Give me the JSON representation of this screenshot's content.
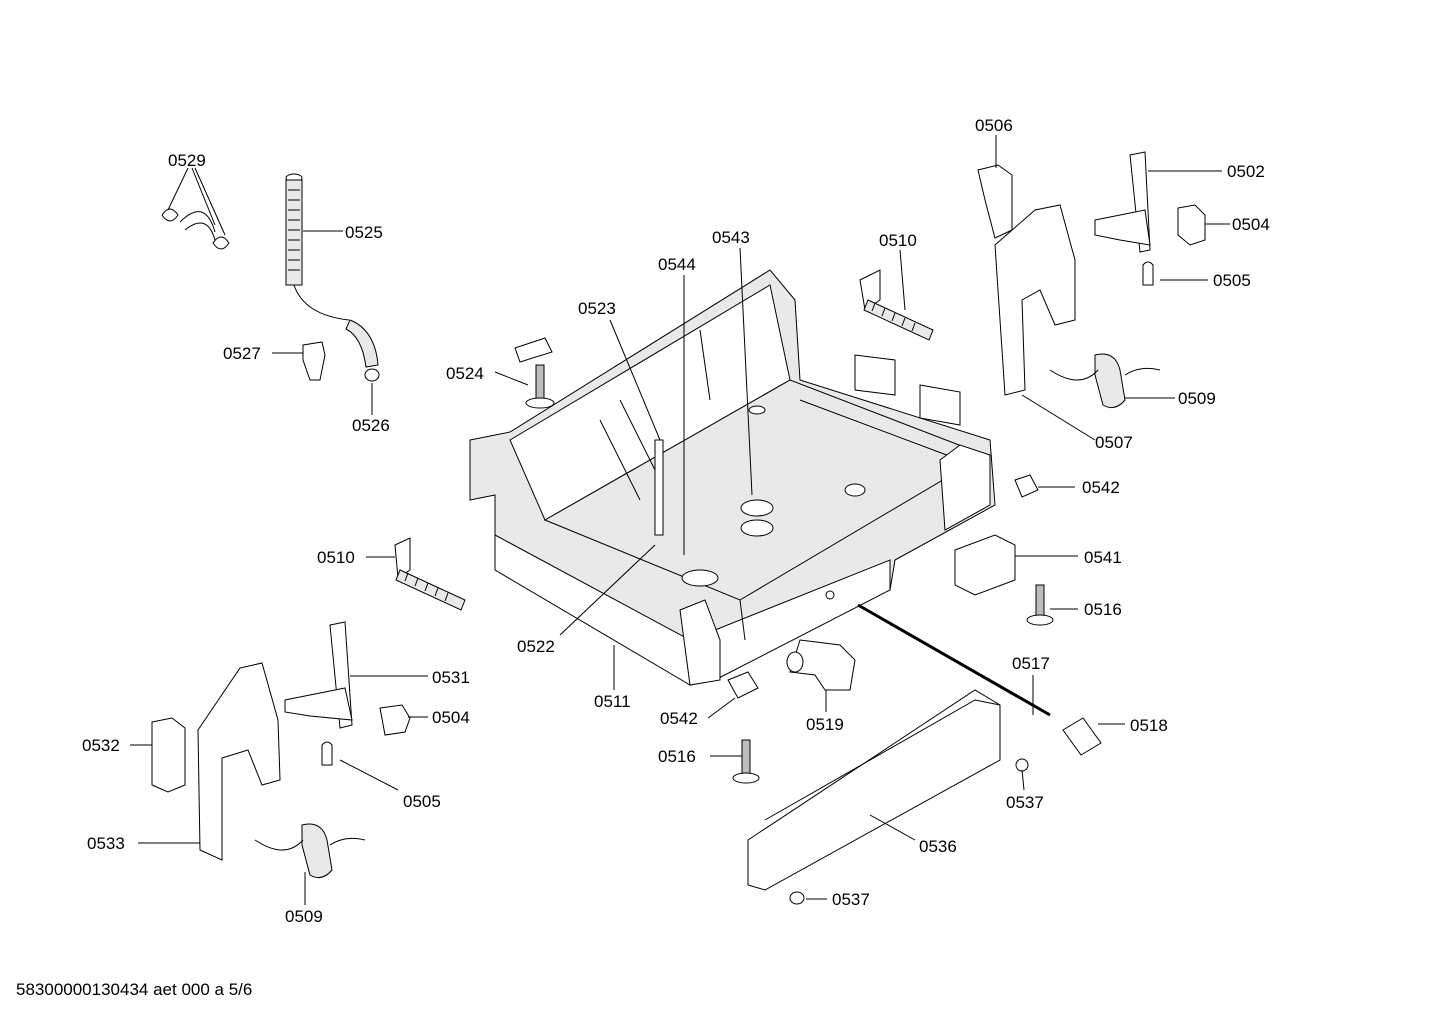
{
  "callouts": {
    "c0529": "0529",
    "c0525": "0525",
    "c0527": "0527",
    "c0526": "0526",
    "c0524": "0524",
    "c0523": "0523",
    "c0544": "0544",
    "c0543": "0543",
    "c0510a": "0510",
    "c0506": "0506",
    "c0502": "0502",
    "c0504a": "0504",
    "c0505a": "0505",
    "c0509a": "0509",
    "c0507": "0507",
    "c0542a": "0542",
    "c0541": "0541",
    "c0516a": "0516",
    "c0510b": "0510",
    "c0522": "0522",
    "c0511": "0511",
    "c0531": "0531",
    "c0504b": "0504",
    "c0532": "0532",
    "c0505b": "0505",
    "c0533": "0533",
    "c0509b": "0509",
    "c0542b": "0542",
    "c0519": "0519",
    "c0517": "0517",
    "c0518": "0518",
    "c0516b": "0516",
    "c0537a": "0537",
    "c0536": "0536",
    "c0537b": "0537"
  },
  "footer": {
    "doc_code": "58300000130434 aet 000 a 5/6"
  }
}
